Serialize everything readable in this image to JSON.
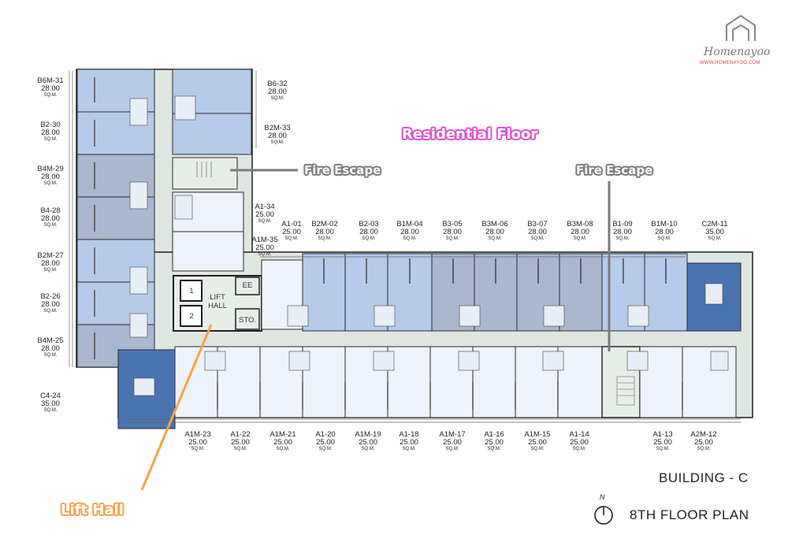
{
  "brand": {
    "name": "Homenayoo",
    "url": "WWW.HOMENAYOO.COM"
  },
  "annotations": {
    "residential": "Residential Floor",
    "fire_escape_left": "Fire Escape",
    "fire_escape_right": "Fire Escape",
    "lift_hall": "Lift Hall"
  },
  "building": "BUILDING - C",
  "floor": "8TH FLOOR PLAN",
  "north": "N",
  "rooms": {
    "lift1": "1",
    "lift2": "2",
    "lift_hall": "LIFT HALL",
    "ee": "EE",
    "sto": "STO."
  },
  "units": {
    "left": [
      {
        "code": "B6M-31",
        "area": "28.00",
        "unit": "SQ.M."
      },
      {
        "code": "B2-30",
        "area": "28.00",
        "unit": "SQ.M."
      },
      {
        "code": "B4M-29",
        "area": "28.00",
        "unit": "SQ.M."
      },
      {
        "code": "B4-28",
        "area": "28.00",
        "unit": "SQ.M."
      },
      {
        "code": "B2M-27",
        "area": "28.00",
        "unit": "SQ.M."
      },
      {
        "code": "B2-26",
        "area": "28.00",
        "unit": "SQ.M."
      },
      {
        "code": "B4M-25",
        "area": "28.00",
        "unit": "SQ.M."
      },
      {
        "code": "C4-24",
        "area": "35.00",
        "unit": "SQ.M."
      }
    ],
    "inner": [
      {
        "code": "B6-32",
        "area": "28.00",
        "unit": "SQ.M."
      },
      {
        "code": "B2M-33",
        "area": "28.00",
        "unit": "SQ.M."
      },
      {
        "code": "A1-34",
        "area": "25.00",
        "unit": "SQ.M."
      },
      {
        "code": "A1M-35",
        "area": "25.00",
        "unit": "SQ.M."
      }
    ],
    "top": [
      {
        "code": "A1-01",
        "area": "25.00",
        "unit": "SQ.M."
      },
      {
        "code": "B2M-02",
        "area": "28.00",
        "unit": "SQ.M."
      },
      {
        "code": "B2-03",
        "area": "28.00",
        "unit": "SQ.M."
      },
      {
        "code": "B1M-04",
        "area": "28.00",
        "unit": "SQ.M."
      },
      {
        "code": "B3-05",
        "area": "28.00",
        "unit": "SQ.M."
      },
      {
        "code": "B3M-06",
        "area": "28.00",
        "unit": "SQ.M."
      },
      {
        "code": "B3-07",
        "area": "28.00",
        "unit": "SQ.M."
      },
      {
        "code": "B3M-08",
        "area": "28.00",
        "unit": "SQ.M."
      },
      {
        "code": "B1-09",
        "area": "28.00",
        "unit": "SQ.M."
      },
      {
        "code": "B1M-10",
        "area": "28.00",
        "unit": "SQ.M."
      },
      {
        "code": "C2M-11",
        "area": "35.00",
        "unit": "SQ.M."
      }
    ],
    "bottom": [
      {
        "code": "A1M-23",
        "area": "25.00",
        "unit": "SQ.M."
      },
      {
        "code": "A1-22",
        "area": "25.00",
        "unit": "SQ.M."
      },
      {
        "code": "A1M-21",
        "area": "25.00",
        "unit": "SQ.M."
      },
      {
        "code": "A1-20",
        "area": "25.00",
        "unit": "SQ.M."
      },
      {
        "code": "A1M-19",
        "area": "25.00",
        "unit": "SQ.M."
      },
      {
        "code": "A1-18",
        "area": "25.00",
        "unit": "SQ.M."
      },
      {
        "code": "A1M-17",
        "area": "25.00",
        "unit": "SQ.M."
      },
      {
        "code": "A1-16",
        "area": "25.00",
        "unit": "SQ.M."
      },
      {
        "code": "A1M-15",
        "area": "25.00",
        "unit": "SQ.M."
      },
      {
        "code": "A1-14",
        "area": "25.00",
        "unit": "SQ.M."
      },
      {
        "code": "A1-13",
        "area": "25.00",
        "unit": "SQ.M."
      },
      {
        "code": "A2M-12",
        "area": "25.00",
        "unit": "SQ.M."
      }
    ]
  },
  "colors": {
    "light": "#eef2fa",
    "medium": "#b6caea",
    "slate": "#a9b7cf",
    "dark": "#4a74b0",
    "corridor": "#dfe6e2",
    "core": "#e7eee8",
    "wall": "#1f1f1f",
    "pink": "#e24fd0",
    "orange": "#f5a34a",
    "gray": "#7b7b7b"
  }
}
